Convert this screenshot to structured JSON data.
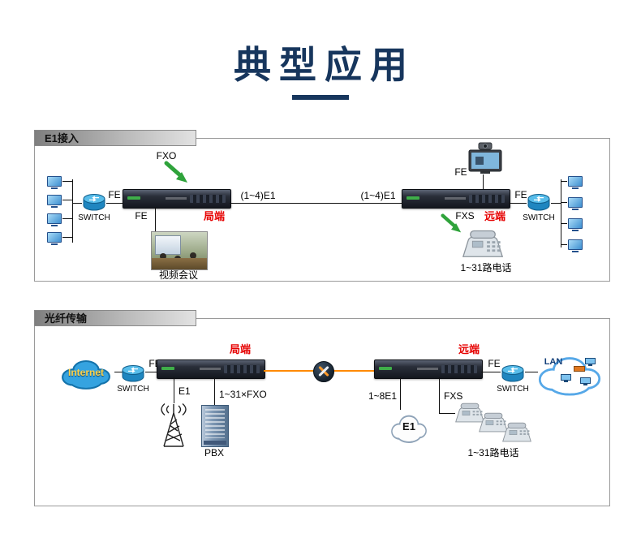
{
  "title": {
    "text": "典型应用"
  },
  "colors": {
    "title_navy": "#17365d",
    "endpoint_red": "#e60000",
    "arrow_green": "#2fa33b",
    "fiber_orange": "#ff8a00"
  },
  "section_e1": {
    "tab": "E1接入",
    "fxo_label": "FXO",
    "fe_switch_left": "FE",
    "fe_video": "FE",
    "switch_left": "SWITCH",
    "local_label": "局端",
    "link_left": "(1~4)E1",
    "link_right": "(1~4)E1",
    "remote_label": "远端",
    "fe_tv": "FE",
    "fxs_label": "FXS",
    "phone_label": "1~31路电话",
    "fe_switch_right": "FE",
    "switch_right": "SWITCH",
    "video_label": "视频会议"
  },
  "section_fiber": {
    "tab": "光纤传输",
    "internet_label": "Internet",
    "switch_left": "SWITCH",
    "fe_left": "FE",
    "local_label": "局端",
    "e1_label": "E1",
    "fxo_label": "1~31×FXO",
    "pbx_label": "PBX",
    "remote_label": "远端",
    "fe_right": "FE",
    "switch_right": "SWITCH",
    "lan_label": "LAN",
    "e1_group_label": "1~8E1",
    "e1_cloud_label": "E1",
    "fxs_label": "FXS",
    "phone_label": "1~31路电话"
  }
}
